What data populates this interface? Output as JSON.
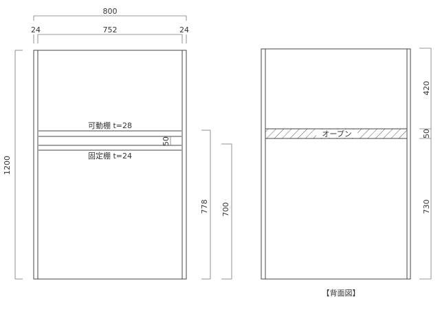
{
  "front": {
    "dims": {
      "total_width": "800",
      "side_left": "24",
      "inner_width": "752",
      "side_right": "24",
      "height": "1200",
      "fixed_shelf_height": "778",
      "shelf_top_height": "700",
      "gap": "50"
    },
    "labels": {
      "movable_shelf": "可動棚  t=28",
      "fixed_shelf": "固定棚  t=24"
    }
  },
  "back": {
    "dims": {
      "upper": "420",
      "open": "50",
      "lower": "730"
    },
    "labels": {
      "open_band": "オープン",
      "title": "【背面図】"
    }
  }
}
